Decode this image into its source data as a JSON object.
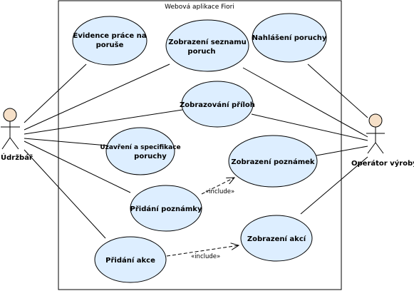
{
  "system": {
    "title": "Webová aplikace Fiori"
  },
  "actors": {
    "maintenance": {
      "label": "Údržbář"
    },
    "operator": {
      "label": "Operátor výroby"
    }
  },
  "use_cases": {
    "evidence": {
      "line1": "Evidence práce na",
      "line2": "poruše"
    },
    "seznam": {
      "line1": "Zobrazení seznamu",
      "line2": "poruch"
    },
    "nahlaseni": {
      "line1": "Nahlášení poruchy"
    },
    "prilohy": {
      "line1": "Zobrazování příloh"
    },
    "uzavreni": {
      "line1": "Uzavření a specifikace",
      "line2": "poruchy"
    },
    "poznamky": {
      "line1": "Zobrazení poznámek"
    },
    "pridani_poznamky": {
      "line1": "Přidání poznámky"
    },
    "akce": {
      "line1": "Zobrazení akcí"
    },
    "pridani_akce": {
      "line1": "Přidání akce"
    }
  },
  "relationships": {
    "include_label_1": "«include»",
    "include_label_2": "«include»"
  },
  "colors": {
    "usecase_fill": "#ddeeff",
    "actor_fill": "#f6e0c8",
    "line": "#000000"
  }
}
